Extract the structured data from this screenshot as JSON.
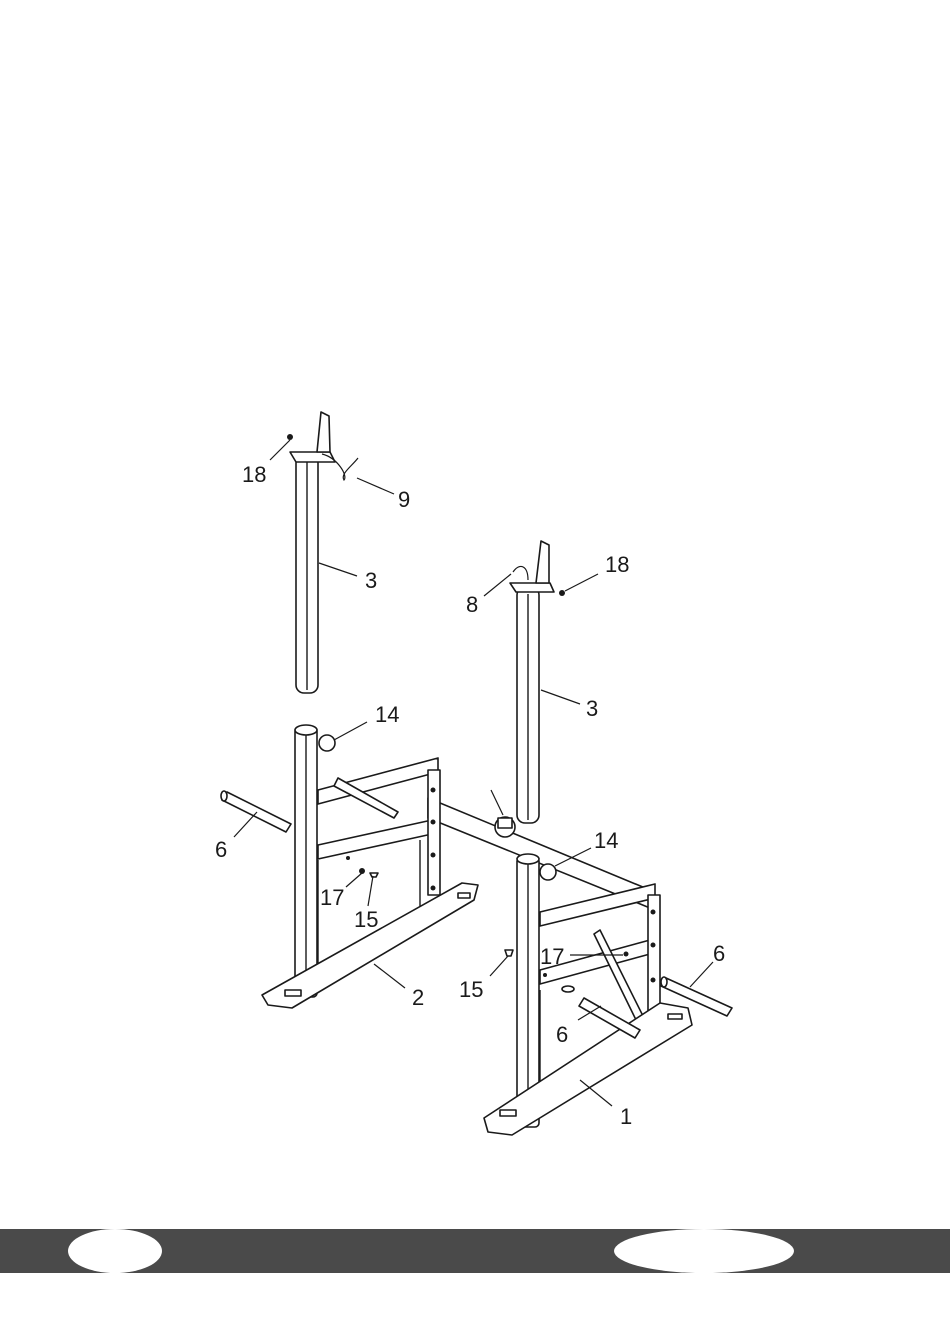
{
  "colors": {
    "footer_band": "#4a4a4a",
    "ink": "#1a1a1a",
    "page": "#ffffff"
  },
  "callouts": {
    "c18a": "18",
    "c9": "9",
    "c3a": "3",
    "c8": "8",
    "c18b": "18",
    "c3b": "3",
    "c14a": "14",
    "c6a": "6",
    "c17a": "17",
    "c15a": "15",
    "c2": "2",
    "c14b": "14",
    "c17b": "17",
    "c15b": "15",
    "c6b": "6",
    "c6c": "6",
    "c1": "1"
  }
}
